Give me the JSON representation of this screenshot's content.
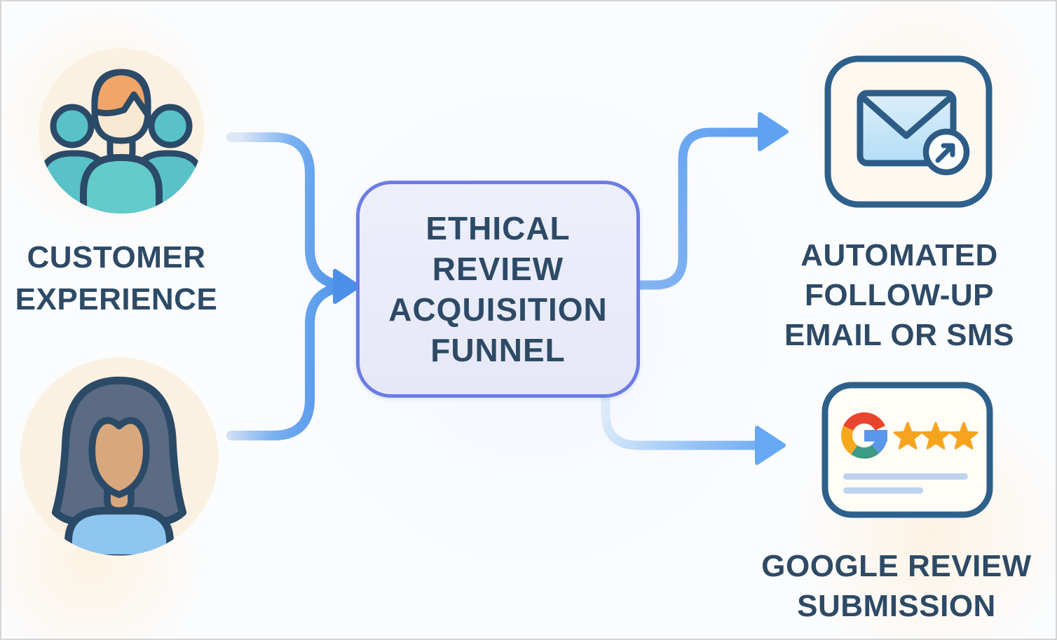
{
  "title": "Ethical Review Acquisition Funnel",
  "nodes": {
    "customer_experience": {
      "label": "CUSTOMER EXPERIENCE",
      "lines": [
        "CUSTOMER",
        "EXPERIENCE"
      ],
      "icon": "customer-group-icon"
    },
    "female_customer": {
      "icon": "female-customer-icon"
    },
    "funnel": {
      "label": "ETHICAL REVIEW ACQUISITION FUNNEL",
      "lines": [
        "ETHICAL",
        "REVIEW",
        "ACQUISITION",
        "FUNNEL"
      ]
    },
    "automated_followup": {
      "label": "AUTOMATED FOLLOW-UP EMAIL OR SMS",
      "lines": [
        "AUTOMATED",
        "FOLLOW-UP",
        "EMAIL OR SMS"
      ],
      "icon": "email-send-icon"
    },
    "google_review": {
      "label": "GOOGLE REVIEW SUBMISSION",
      "lines": [
        "GOOGLE REVIEW",
        "SUBMISSION"
      ],
      "icon": "google-review-card-icon",
      "star_count": 3
    }
  },
  "connectors": [
    {
      "from": "customer-experience-and-female-customer",
      "to": "funnel",
      "type": "merging-arrow"
    },
    {
      "from": "funnel",
      "to": "automated_followup",
      "type": "arrow"
    },
    {
      "from": "funnel",
      "to": "google_review",
      "type": "arrow"
    }
  ],
  "colors": {
    "arrow_blue": "#4a90e8",
    "arrow_blue_light": "#66a8f3",
    "node_border": "#6b7ce4",
    "node_fill": "#e9ebf9",
    "heading_text": "#2d4a66",
    "icon_outline_navy": "#2b4a68",
    "card_outline_blue": "#2d608b",
    "teal_shirt": "#5fc8cb",
    "orange_hair": "#f2a569",
    "skin_light": "#f9e8d2",
    "skin_tan": "#d9a77c",
    "woman_hair": "#5b6b84",
    "woman_shirt": "#8fc6ef",
    "cream_circle": "#fbf1e2",
    "envelope_fill": "#bfe1f6",
    "google_red": "#e8442e",
    "google_yellow": "#f6a81c",
    "google_green": "#3e9a85",
    "google_blue": "#5a96ea",
    "star_gold": "#f6a41f",
    "placeholder_line": "#bcd2ef"
  }
}
